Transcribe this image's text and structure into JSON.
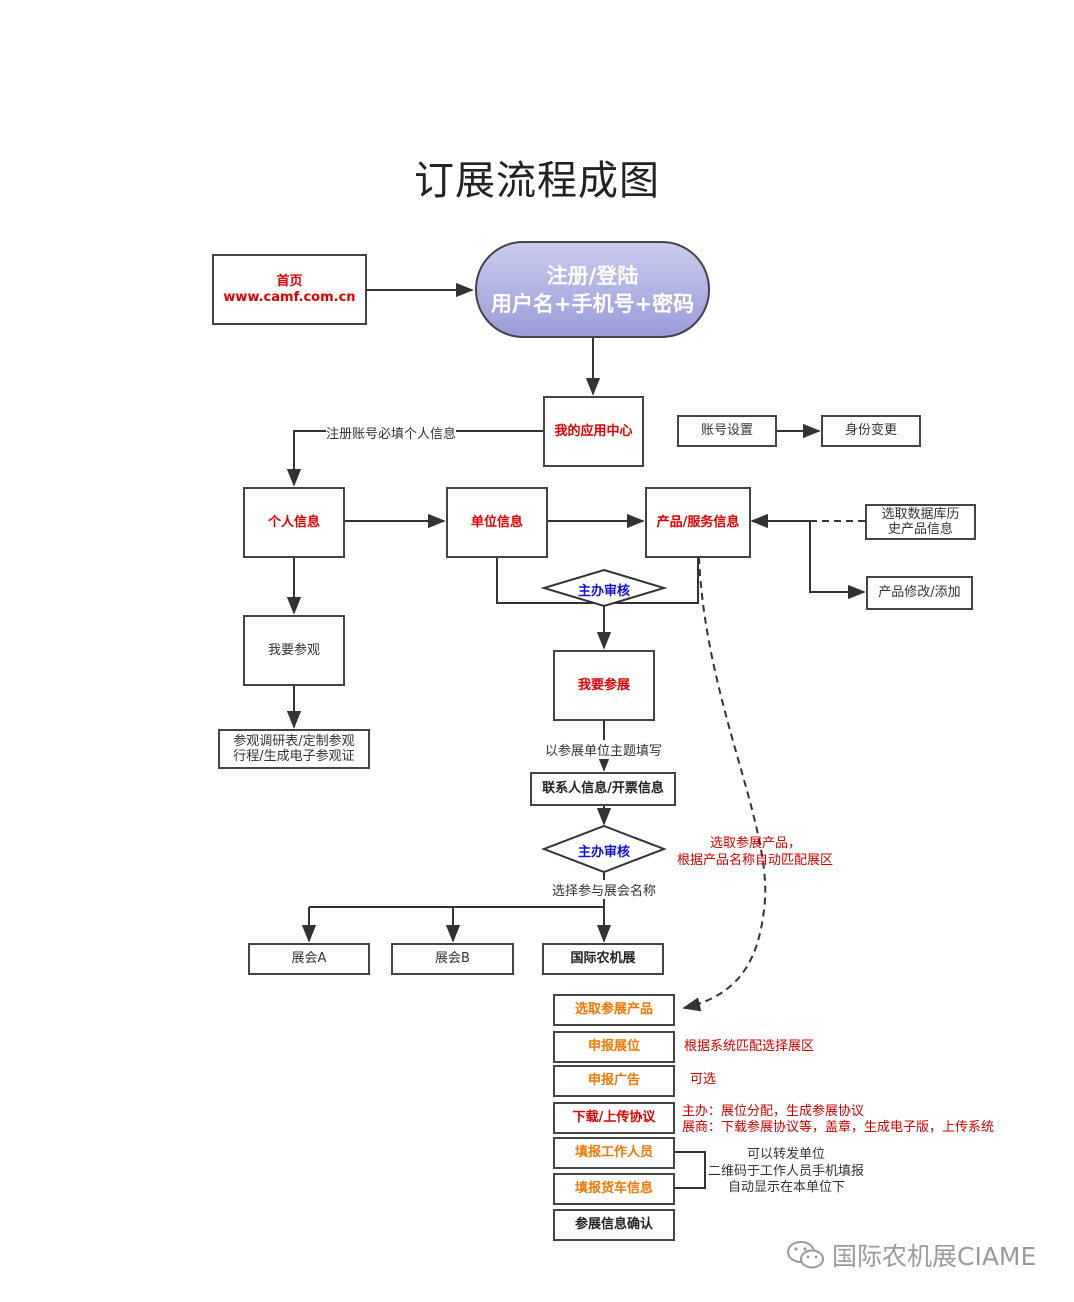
{
  "title": "订展流程成图",
  "home": {
    "line1": "首页",
    "line2": "www.camf.com.cn"
  },
  "register": {
    "line1": "注册/登陆",
    "line2": "用户名+手机号+密码"
  },
  "app_center": "我的应用中心",
  "account_settings": "账号设置",
  "identity_change": "身份变更",
  "personal_info": "个人信息",
  "unit_info": "单位信息",
  "product_info": "产品/服务信息",
  "select_history": {
    "line1": "选取数据库历",
    "line2": "史产品信息"
  },
  "product_edit": "产品修改/添加",
  "label_register_required": "注册账号必填个人信息",
  "review1": "主办审核",
  "visit": "我要参观",
  "visit_actions": {
    "line1": "参观调研表/定制参观",
    "line2": "行程/生成电子参观证"
  },
  "exhibit": "我要参展",
  "label_fill_by_unit": "以参展单位主题填写",
  "contact_invoice": "联系人信息/开票信息",
  "review2": "主办审核",
  "label_select_show": "选择参与展会名称",
  "show_a": "展会A",
  "show_b": "展会B",
  "show_agri": "国际农机展",
  "note_select_products": {
    "line1": "选取参展产品，",
    "line2": "根据产品名称自动匹配展区"
  },
  "steps": [
    {
      "label": "选取参展产品"
    },
    {
      "label": "申报展位"
    },
    {
      "label": "申报广告"
    },
    {
      "label": "下载/上传协议"
    },
    {
      "label": "填报工作人员"
    },
    {
      "label": "填报货车信息"
    },
    {
      "label": "参展信息确认"
    }
  ],
  "note_booth": "根据系统匹配选择展区",
  "note_ad": "可选",
  "note_agreement": {
    "line1": "主办：展位分配，生成参展协议",
    "line2": "展商：下载参展协议等，盖章，生成电子版，上传系统"
  },
  "note_staff": {
    "line1": "可以转发单位",
    "line2": "二维码于工作人员手机填报",
    "line3": "自动显示在本单位下"
  },
  "watermark": "国际农机展CIAME",
  "colors": {
    "red": "#e00000",
    "orange": "#f07800",
    "blue": "#1010dd",
    "pill_top": "#c9cbef",
    "pill_bottom": "#9a9cd8"
  }
}
